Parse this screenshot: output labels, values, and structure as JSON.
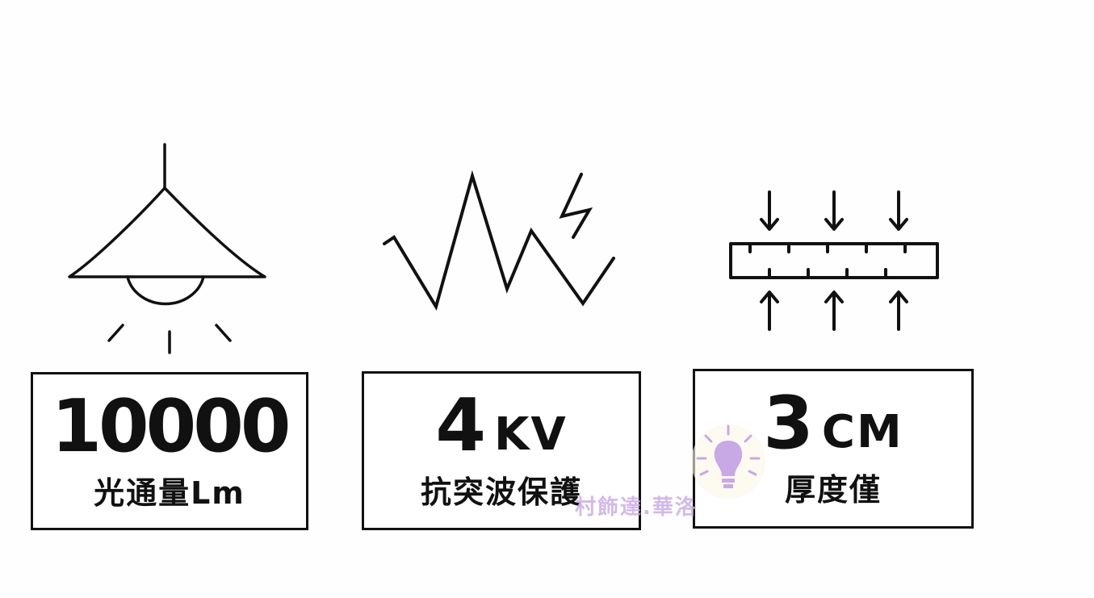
{
  "specs": [
    {
      "value": "10000",
      "unit": "",
      "caption": "光通量Lm",
      "icon": "pendant-lamp-icon"
    },
    {
      "value": "4",
      "unit": "KV",
      "caption": "抗突波保護",
      "icon": "lightning-surge-icon"
    },
    {
      "value": "3",
      "unit": "CM",
      "caption": "厚度僅",
      "icon": "thickness-compression-icon"
    }
  ],
  "watermark": {
    "text": "村飾達.華洛",
    "icon": "lightbulb-icon",
    "color": "#c9a8e6"
  }
}
